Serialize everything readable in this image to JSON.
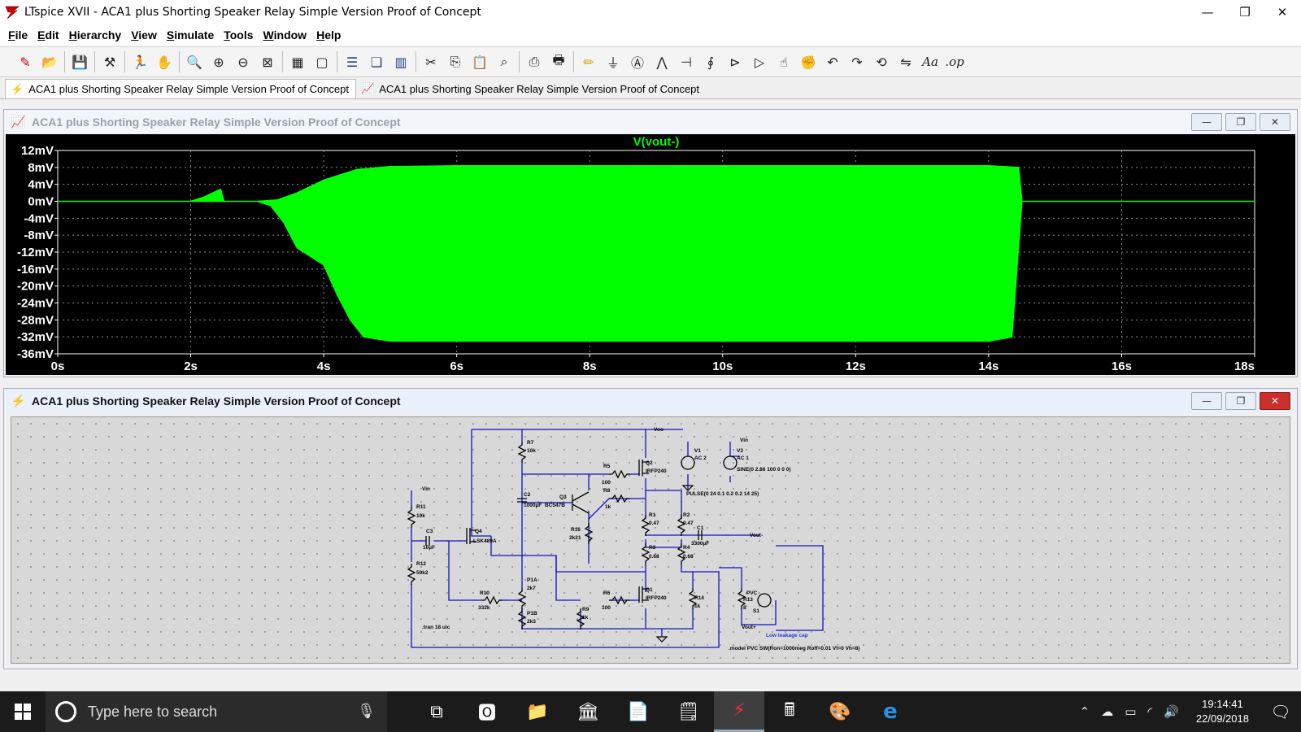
{
  "window": {
    "title": "LTspice XVII - ACA1 plus Shorting Speaker Relay Simple Version Proof of Concept",
    "minimize": "—",
    "maximize": "❐",
    "close": "✕"
  },
  "menu": [
    "File",
    "Edit",
    "Hierarchy",
    "View",
    "Simulate",
    "Tools",
    "Window",
    "Help"
  ],
  "toolbar": [
    {
      "icon": "new-schematic-icon",
      "glyph": "✎",
      "tone": "red"
    },
    {
      "icon": "open-folder-icon",
      "glyph": "📂",
      "tone": "yel"
    },
    {
      "sep": true
    },
    {
      "icon": "save-icon",
      "glyph": "💾",
      "tone": ""
    },
    {
      "sep": true
    },
    {
      "icon": "control-panel-icon",
      "glyph": "⚒",
      "tone": ""
    },
    {
      "sep": true
    },
    {
      "icon": "run-icon",
      "glyph": "🏃",
      "tone": ""
    },
    {
      "icon": "halt-hand-icon",
      "glyph": "✋",
      "tone": ""
    },
    {
      "sep": true
    },
    {
      "icon": "zoom-in-icon",
      "glyph": "🔍",
      "tone": ""
    },
    {
      "icon": "pan-icon",
      "glyph": "⊕",
      "tone": ""
    },
    {
      "icon": "zoom-out-icon",
      "glyph": "⊖",
      "tone": ""
    },
    {
      "icon": "zoom-fit-icon",
      "glyph": "⊠",
      "tone": ""
    },
    {
      "sep": true
    },
    {
      "icon": "autorange-icon",
      "glyph": "▦",
      "tone": ""
    },
    {
      "icon": "grid-icon",
      "glyph": "▢",
      "tone": ""
    },
    {
      "sep": true
    },
    {
      "icon": "tile-horizontal-icon",
      "glyph": "☰",
      "tone": "blu"
    },
    {
      "icon": "cascade-icon",
      "glyph": "❏",
      "tone": "blu"
    },
    {
      "icon": "tile-vertical-icon",
      "glyph": "▥",
      "tone": "blu"
    },
    {
      "sep": true
    },
    {
      "icon": "cut-icon",
      "glyph": "✂",
      "tone": ""
    },
    {
      "icon": "copy-icon",
      "glyph": "⎘",
      "tone": ""
    },
    {
      "icon": "paste-icon",
      "glyph": "📋",
      "tone": ""
    },
    {
      "icon": "find-icon",
      "glyph": "⌕",
      "tone": ""
    },
    {
      "sep": true
    },
    {
      "icon": "print-preview-icon",
      "glyph": "⎙",
      "tone": ""
    },
    {
      "icon": "print-icon",
      "glyph": "🖶",
      "tone": ""
    },
    {
      "sep": true
    },
    {
      "icon": "wire-pencil-icon",
      "glyph": "✏",
      "tone": "yel"
    },
    {
      "icon": "ground-icon",
      "glyph": "⏚",
      "tone": ""
    },
    {
      "icon": "label-net-icon",
      "glyph": "Ⓐ",
      "tone": ""
    },
    {
      "icon": "resistor-icon",
      "glyph": "⋀",
      "tone": ""
    },
    {
      "icon": "capacitor-icon",
      "glyph": "⊣",
      "tone": ""
    },
    {
      "icon": "inductor-icon",
      "glyph": "∮",
      "tone": ""
    },
    {
      "icon": "diode-icon",
      "glyph": "⊳",
      "tone": ""
    },
    {
      "icon": "component-icon",
      "glyph": "▷",
      "tone": ""
    },
    {
      "icon": "move-hand-icon",
      "glyph": "☝",
      "tone": ""
    },
    {
      "icon": "drag-hand-icon",
      "glyph": "✊",
      "tone": ""
    },
    {
      "icon": "undo-icon",
      "glyph": "↶",
      "tone": ""
    },
    {
      "icon": "redo-icon",
      "glyph": "↷",
      "tone": ""
    },
    {
      "icon": "rotate-icon",
      "glyph": "⟲",
      "tone": ""
    },
    {
      "icon": "mirror-icon",
      "glyph": "⇋",
      "tone": ""
    },
    {
      "icon": "text-icon",
      "glyph": "Aa",
      "tone": "txt"
    },
    {
      "icon": "spice-directive-icon",
      "glyph": ".op",
      "tone": "txt"
    }
  ],
  "tabs": [
    {
      "label": "ACA1 plus Shorting Speaker Relay Simple Version Proof of Concept",
      "icon": "schematic-tab-icon",
      "glyph": "⚡",
      "active": true
    },
    {
      "label": "ACA1 plus Shorting Speaker Relay Simple Version Proof of Concept",
      "icon": "waveform-tab-icon",
      "glyph": "📈",
      "active": false
    }
  ],
  "waveform": {
    "window_title": "ACA1 plus Shorting Speaker Relay Simple Version Proof of Concept",
    "trace_color": "#00ff00",
    "chart_data": {
      "type": "line",
      "title": "",
      "series": [
        {
          "name": "V(vout-)",
          "color": "#00ff00"
        }
      ],
      "xlabel": "",
      "ylabel": "",
      "xlim": [
        0,
        18
      ],
      "ylim": [
        -36,
        12
      ],
      "x_ticks": [
        "0s",
        "2s",
        "4s",
        "6s",
        "8s",
        "10s",
        "12s",
        "14s",
        "16s",
        "18s"
      ],
      "y_ticks": [
        "12mV",
        "8mV",
        "4mV",
        "0mV",
        "-4mV",
        "-8mV",
        "-12mV",
        "-16mV",
        "-20mV",
        "-24mV",
        "-28mV",
        "-32mV",
        "-36mV"
      ],
      "grid": true,
      "envelope_upper_mV": [
        [
          0,
          0
        ],
        [
          2.0,
          0
        ],
        [
          2.2,
          1
        ],
        [
          2.4,
          2.5
        ],
        [
          2.45,
          2.8
        ],
        [
          2.5,
          0
        ],
        [
          3.0,
          0
        ],
        [
          3.3,
          0.3
        ],
        [
          3.6,
          2
        ],
        [
          4.0,
          5
        ],
        [
          4.5,
          7.5
        ],
        [
          5.0,
          8.2
        ],
        [
          6,
          8.4
        ],
        [
          10,
          8.4
        ],
        [
          14.0,
          8.4
        ],
        [
          14.45,
          8
        ],
        [
          14.5,
          0
        ],
        [
          18,
          0
        ]
      ],
      "envelope_lower_mV": [
        [
          0,
          0
        ],
        [
          3.0,
          0
        ],
        [
          3.2,
          -1
        ],
        [
          3.4,
          -5
        ],
        [
          3.6,
          -11
        ],
        [
          3.8,
          -13
        ],
        [
          4.0,
          -15
        ],
        [
          4.2,
          -22
        ],
        [
          4.4,
          -28
        ],
        [
          4.6,
          -32
        ],
        [
          5,
          -33
        ],
        [
          10,
          -33
        ],
        [
          14.0,
          -33
        ],
        [
          14.35,
          -32
        ],
        [
          14.5,
          0
        ],
        [
          18,
          0
        ]
      ]
    }
  },
  "schematic": {
    "window_title": "ACA1 plus Shorting Speaker Relay Simple Version Proof of Concept",
    "labels": [
      {
        "id": "voo",
        "text": "Voo"
      },
      {
        "id": "vin-top",
        "text": "Vin"
      },
      {
        "id": "vin-left",
        "text": "Vin"
      },
      {
        "id": "r7",
        "text": "R7"
      },
      {
        "id": "r7v",
        "text": "10k"
      },
      {
        "id": "r5",
        "text": "R5"
      },
      {
        "id": "r5v",
        "text": "100"
      },
      {
        "id": "q2",
        "text": "Q2"
      },
      {
        "id": "q2v",
        "text": "IRFP240"
      },
      {
        "id": "v1",
        "text": "V1"
      },
      {
        "id": "v1v",
        "text": "AC 2"
      },
      {
        "id": "v2",
        "text": "V2"
      },
      {
        "id": "v2v",
        "text": "AC 1"
      },
      {
        "id": "sine",
        "text": "SINE(0 2.86 100 0 0 0)"
      },
      {
        "id": "pulse",
        "text": "PULSE(0 24 0.1 0.2 0.2 14 25)"
      },
      {
        "id": "c2",
        "text": "C2"
      },
      {
        "id": "c2v",
        "text": "1000µF"
      },
      {
        "id": "q3",
        "text": "Q3"
      },
      {
        "id": "q3v",
        "text": "BC547B"
      },
      {
        "id": "r8",
        "text": "R8"
      },
      {
        "id": "r8v",
        "text": "1k"
      },
      {
        "id": "r1",
        "text": "R1"
      },
      {
        "id": "r1v",
        "text": "0.47"
      },
      {
        "id": "r2",
        "text": "R2"
      },
      {
        "id": "r2v",
        "text": "0.47"
      },
      {
        "id": "c1",
        "text": "C1"
      },
      {
        "id": "c1v",
        "text": "3300µF"
      },
      {
        "id": "vout",
        "text": "Vout-"
      },
      {
        "id": "r11",
        "text": "R11"
      },
      {
        "id": "r11v",
        "text": "10k"
      },
      {
        "id": "c3",
        "text": "C3"
      },
      {
        "id": "c3v",
        "text": "10µF"
      },
      {
        "id": "q4",
        "text": "Q4"
      },
      {
        "id": "q4v",
        "text": "LSK489A"
      },
      {
        "id": "r16",
        "text": "R16"
      },
      {
        "id": "r16v",
        "text": "2k21"
      },
      {
        "id": "r3",
        "text": "R3"
      },
      {
        "id": "r3v",
        "text": "0.68"
      },
      {
        "id": "r4",
        "text": "R4"
      },
      {
        "id": "r4v",
        "text": "0.68"
      },
      {
        "id": "r12",
        "text": "R12"
      },
      {
        "id": "r12v",
        "text": "59k2"
      },
      {
        "id": "p1a",
        "text": "P1A"
      },
      {
        "id": "p1av",
        "text": "2k7"
      },
      {
        "id": "r10",
        "text": "R10"
      },
      {
        "id": "r10v",
        "text": "332k"
      },
      {
        "id": "r6",
        "text": "R6"
      },
      {
        "id": "r6v",
        "text": "100"
      },
      {
        "id": "q1",
        "text": "Q1"
      },
      {
        "id": "q1v",
        "text": "IRFP240"
      },
      {
        "id": "r14",
        "text": "R14"
      },
      {
        "id": "r14v",
        "text": "1k"
      },
      {
        "id": "pvc",
        "text": "PVC"
      },
      {
        "id": "r13",
        "text": "R13"
      },
      {
        "id": "r13v",
        "text": "8"
      },
      {
        "id": "s1",
        "text": "S1"
      },
      {
        "id": "p1b",
        "text": "P1B"
      },
      {
        "id": "p1bv",
        "text": "2k3"
      },
      {
        "id": "r9",
        "text": "R9"
      },
      {
        "id": "r9v",
        "text": "1k"
      },
      {
        "id": "tran",
        "text": ".tran 18 uic"
      },
      {
        "id": "voutp",
        "text": "Vout+"
      },
      {
        "id": "lowleak",
        "text": "Low leakage cap"
      },
      {
        "id": "model",
        "text": ".model PVC SW(Ron=1000meg Roff=0.01 Vt=0 Vh=8)"
      }
    ]
  },
  "taskbar": {
    "search_placeholder": "Type here to search",
    "apps": [
      {
        "icon": "task-view-icon",
        "glyph": "⧉",
        "active": false
      },
      {
        "icon": "outlook-icon",
        "glyph": "🅾",
        "active": false
      },
      {
        "icon": "file-explorer-icon",
        "glyph": "📁",
        "active": false
      },
      {
        "icon": "bank-icon",
        "glyph": "🏛",
        "active": false
      },
      {
        "icon": "document-icon",
        "glyph": "📄",
        "active": false
      },
      {
        "icon": "notes-icon",
        "glyph": "🗒",
        "active": false
      },
      {
        "icon": "ltspice-icon",
        "glyph": "⚡",
        "active": true
      },
      {
        "icon": "calculator-icon",
        "glyph": "🖩",
        "active": false
      },
      {
        "icon": "paint-icon",
        "glyph": "🎨",
        "active": false
      },
      {
        "icon": "edge-icon",
        "glyph": "e",
        "active": false
      }
    ],
    "time": "19:14:41",
    "date": "22/09/2018"
  }
}
